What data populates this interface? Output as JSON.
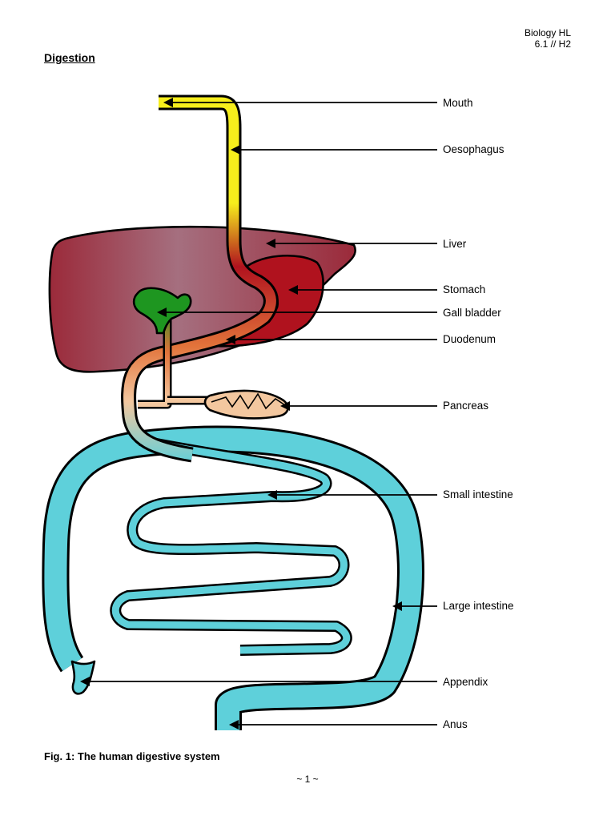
{
  "header": {
    "course": "Biology HL",
    "code": "6.1 // H2"
  },
  "title": "Digestion",
  "diagram": {
    "labels": {
      "mouth": "Mouth",
      "oesophagus": "Oesophagus",
      "liver": "Liver",
      "stomach": "Stomach",
      "gall_bladder": "Gall bladder",
      "duodenum": "Duodenum",
      "pancreas": "Pancreas",
      "small_intestine": "Small intestine",
      "large_intestine": "Large intestine",
      "appendix": "Appendix",
      "anus": "Anus"
    },
    "colors": {
      "oesophagus": "#f6ee1c",
      "liver": "#9b2a3a",
      "liver_highlight": "#a56f7f",
      "stomach": "#b0121e",
      "gall_bladder": "#1e9620",
      "duodenum": "#e2733a",
      "pancreas": "#f3c79f",
      "intestine": "#5ed0da"
    }
  },
  "caption": "Fig. 1: The human digestive system",
  "footer": {
    "page_number": "~ 1 ~"
  }
}
